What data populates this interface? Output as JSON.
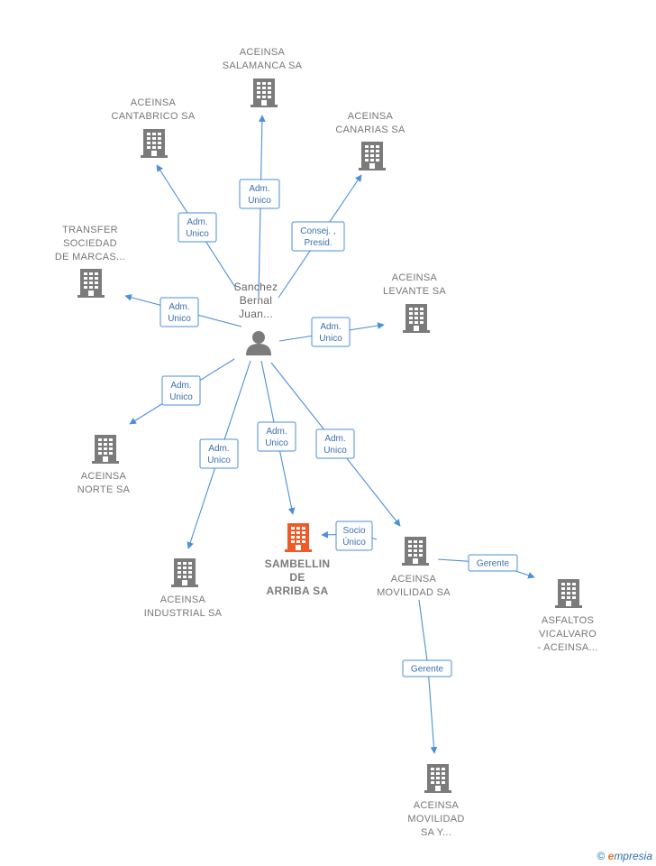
{
  "colors": {
    "edge": "#4a8fd9",
    "building": "#7b7b7b",
    "building_highlight": "#f05a28",
    "person": "#7b7b7b"
  },
  "center": {
    "id": "person",
    "lines": [
      "Sanchez",
      "Bernal",
      "Juan..."
    ],
    "icon": "person-icon"
  },
  "nodes": [
    {
      "id": "salamanca",
      "lines": [
        "ACEINSA",
        "SALAMANCA SA"
      ],
      "icon": "building-icon"
    },
    {
      "id": "cantabrico",
      "lines": [
        "ACEINSA",
        "CANTABRICO SA"
      ],
      "icon": "building-icon"
    },
    {
      "id": "canarias",
      "lines": [
        "ACEINSA",
        "CANARIAS SA"
      ],
      "icon": "building-icon"
    },
    {
      "id": "transfer",
      "lines": [
        "TRANSFER",
        "SOCIEDAD",
        "DE MARCAS..."
      ],
      "icon": "building-icon"
    },
    {
      "id": "levante",
      "lines": [
        "ACEINSA",
        "LEVANTE SA"
      ],
      "icon": "building-icon"
    },
    {
      "id": "norte",
      "lines": [
        "ACEINSA",
        "NORTE SA"
      ],
      "icon": "building-icon"
    },
    {
      "id": "industrial",
      "lines": [
        "ACEINSA",
        "INDUSTRIAL SA"
      ],
      "icon": "building-icon"
    },
    {
      "id": "sambellin",
      "lines": [
        "SAMBELLIN",
        "DE",
        "ARRIBA SA"
      ],
      "icon": "building-icon",
      "highlight": true
    },
    {
      "id": "movilidad",
      "lines": [
        "ACEINSA",
        "MOVILIDAD SA"
      ],
      "icon": "building-icon"
    },
    {
      "id": "asfaltos",
      "lines": [
        "ASFALTOS",
        "VICALVARO",
        "-  ACEINSA..."
      ],
      "icon": "building-icon"
    },
    {
      "id": "movilidad_y",
      "lines": [
        "ACEINSA",
        "MOVILIDAD",
        "SA Y..."
      ],
      "icon": "building-icon"
    }
  ],
  "edges": [
    {
      "from": "person",
      "to": "salamanca",
      "label": [
        "Adm.",
        "Unico"
      ]
    },
    {
      "from": "person",
      "to": "cantabrico",
      "label": [
        "Adm.",
        "Unico"
      ]
    },
    {
      "from": "person",
      "to": "canarias",
      "label": [
        "Consej. ,",
        "Presid."
      ]
    },
    {
      "from": "person",
      "to": "transfer",
      "label": [
        "Adm.",
        "Unico"
      ]
    },
    {
      "from": "person",
      "to": "levante",
      "label": [
        "Adm.",
        "Unico"
      ]
    },
    {
      "from": "person",
      "to": "norte",
      "label": [
        "Adm.",
        "Unico"
      ]
    },
    {
      "from": "person",
      "to": "industrial",
      "label": [
        "Adm.",
        "Unico"
      ]
    },
    {
      "from": "person",
      "to": "sambellin",
      "label": [
        "Adm.",
        "Unico"
      ]
    },
    {
      "from": "person",
      "to": "movilidad",
      "label": [
        "Adm.",
        "Unico"
      ]
    },
    {
      "from": "movilidad",
      "to": "sambellin",
      "label": [
        "Socio",
        "Único"
      ]
    },
    {
      "from": "movilidad",
      "to": "asfaltos",
      "label": [
        "Gerente"
      ]
    },
    {
      "from": "movilidad",
      "to": "movilidad_y",
      "label": [
        "Gerente"
      ]
    }
  ],
  "footer": {
    "symbol": "©",
    "brand_initial": "e",
    "brand_rest": "mpresia"
  }
}
